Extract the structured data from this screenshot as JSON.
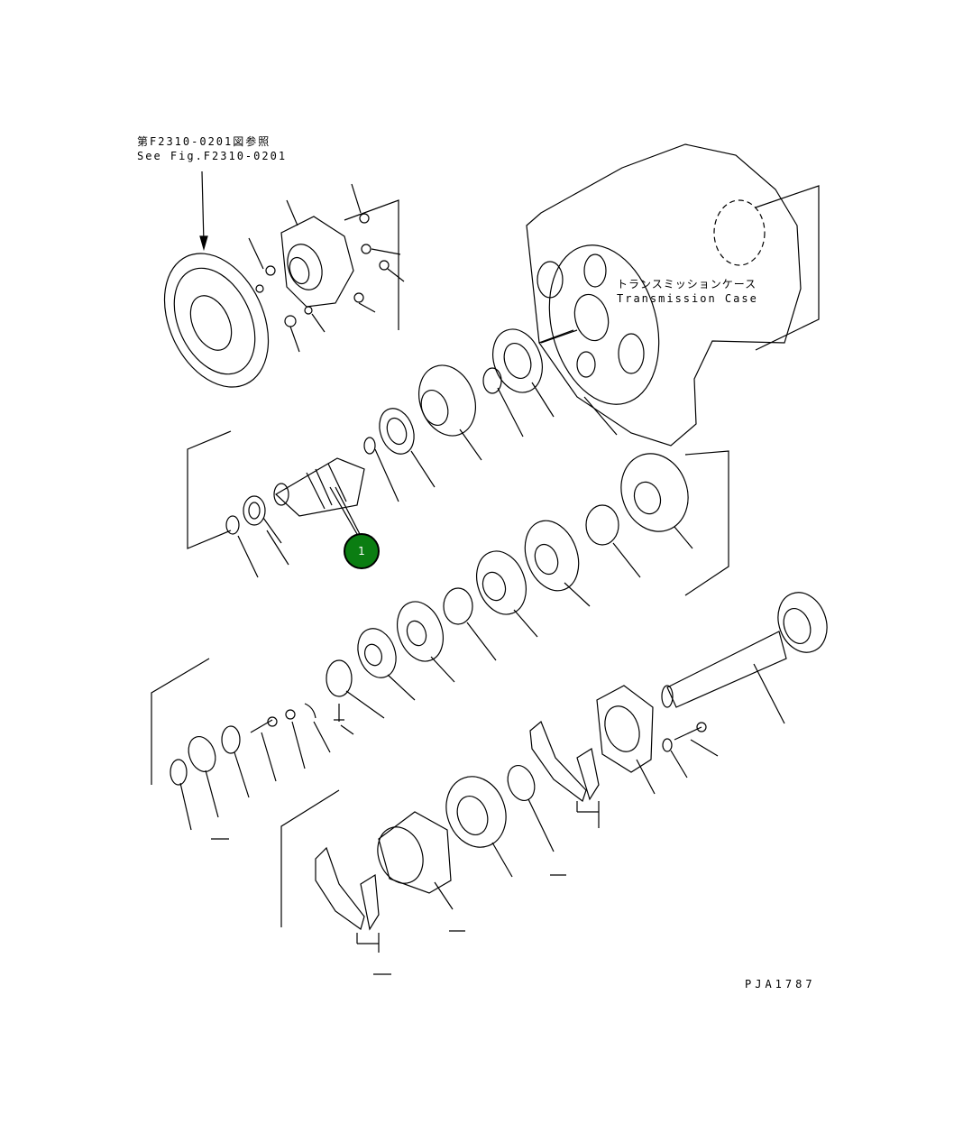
{
  "reference_note": {
    "japanese": "第F2310-0201図参照",
    "english": "See Fig.F2310-0201"
  },
  "case_label": {
    "japanese": "トランスミッションケース",
    "english": "Transmission Case"
  },
  "figure_id": "PJA1787",
  "callouts": [
    {
      "label": "1"
    }
  ]
}
